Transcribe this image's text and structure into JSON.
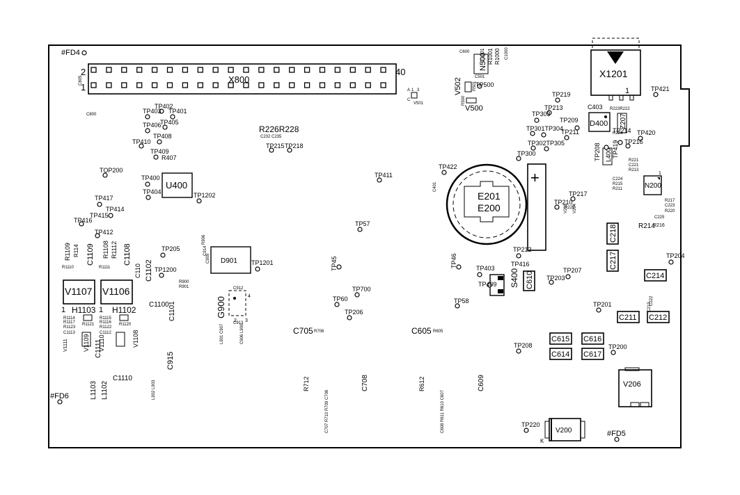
{
  "x800": {
    "name": "X800",
    "pin_first_top": "2",
    "pin_first_bottom": "1",
    "pin_last": "40",
    "pins_per_row": 20
  },
  "labels": {
    "x1201": "X1201",
    "x1201_pin": "1",
    "u400": "U400",
    "d901": "D901",
    "d400": "D400",
    "n200": "N200",
    "n200_pin": "1",
    "e201": "E201",
    "e200": "E200",
    "battery_plus": "+",
    "s400": "S400",
    "g900": "G900",
    "g900_pin2": "2",
    "g900_pin3": "3",
    "g900_pin4": "4",
    "v1107": "V1107",
    "v1106": "V1106",
    "h1103": "H1103",
    "h1102": "H1102",
    "pin1_a": "1",
    "pin1_b": "1",
    "v206": "V206",
    "v200": "V200",
    "v200_k": "K",
    "n500": "N500",
    "v502": "V502",
    "v500": "V500",
    "v501": "V501",
    "v501_a": "A",
    "v501_1": "1",
    "v501_3": "3",
    "v501_c": "C",
    "z207": "Z207",
    "l400": "L400"
  },
  "fiducials": [
    "#FD4",
    "#FD6",
    "#FD5"
  ],
  "boxed_parts": [
    "C610",
    "C218",
    "C217",
    "C214",
    "C211",
    "C212",
    "C615",
    "C616",
    "C614",
    "C617"
  ],
  "testpoints": [
    "TP402",
    "TP403",
    "TP401",
    "TP406",
    "TP405",
    "TP408",
    "TP410",
    "TP409",
    "TOP200",
    "TP400",
    "TP404",
    "TP1202",
    "TP417",
    "TP414",
    "TP415",
    "TP416",
    "TP412",
    "TP205",
    "TP1200",
    "TP1201",
    "TP215",
    "TP218",
    "TP411",
    "TP57",
    "TP45",
    "TP700",
    "TP60",
    "TP206",
    "TP422",
    "TP46",
    "TP58",
    "TP403",
    "TP409",
    "TP416",
    "TP212",
    "TP203",
    "TP207",
    "TP201",
    "TP200",
    "TP208",
    "TP220",
    "TP500",
    "TP219",
    "TP213",
    "TP303",
    "TP209",
    "TP301",
    "TP304",
    "TP211",
    "TP302",
    "TP305",
    "TP300",
    "TP217",
    "TP210",
    "TP208",
    "TP419",
    "TP214",
    "TP420",
    "TP216",
    "TP421",
    "TP204"
  ],
  "designators": [
    "C600",
    "R1001",
    "R1000",
    "C1000",
    "C1001",
    "C501",
    "R501",
    "R500",
    "C800",
    "C805",
    "R407",
    "R226",
    "R228",
    "C232",
    "C235",
    "C401",
    "R906",
    "C914",
    "C909",
    "R900",
    "R901",
    "C912",
    "C913",
    "R114",
    "R1109",
    "C1109",
    "R1110",
    "R1108",
    "R1112",
    "C1108",
    "R1111",
    "C1102",
    "C110",
    "C1100",
    "C1101",
    "R1114",
    "R1117",
    "R1123",
    "C1113",
    "R1121",
    "R1115",
    "R1116",
    "R1122",
    "C1112",
    "R1120",
    "V1111",
    "V1109",
    "C1111",
    "V1110",
    "V1108",
    "C915",
    "C1110",
    "L1103",
    "L1102",
    "L902",
    "L903",
    "L901",
    "C907",
    "C906",
    "L900",
    "C705",
    "R706",
    "R712",
    "C708",
    "C605",
    "R605",
    "R612",
    "C609",
    "C707",
    "R710",
    "R709",
    "C706",
    "C608",
    "R611",
    "R610",
    "C607",
    "C403",
    "R223",
    "R222",
    "R224",
    "R221",
    "C221",
    "R213",
    "C224",
    "R215",
    "R211",
    "R225",
    "V203",
    "V204",
    "R217",
    "C223",
    "R220",
    "C225",
    "R214",
    "R216",
    "C222",
    "C213"
  ],
  "strings": {
    "r226r228": "R226R228",
    "r223r222": "R223R222",
    "tp301_304": "TP301TP304",
    "tp302_305": "TP302TP305",
    "c232_c235": "C232   C235",
    "c707_group": "C707 R710 R709 C706",
    "c608_group": "C608 R611 R610 C607",
    "l901_group": "L901 C907",
    "c906_group": "C906 L900",
    "l902_group": "L902 L903"
  }
}
